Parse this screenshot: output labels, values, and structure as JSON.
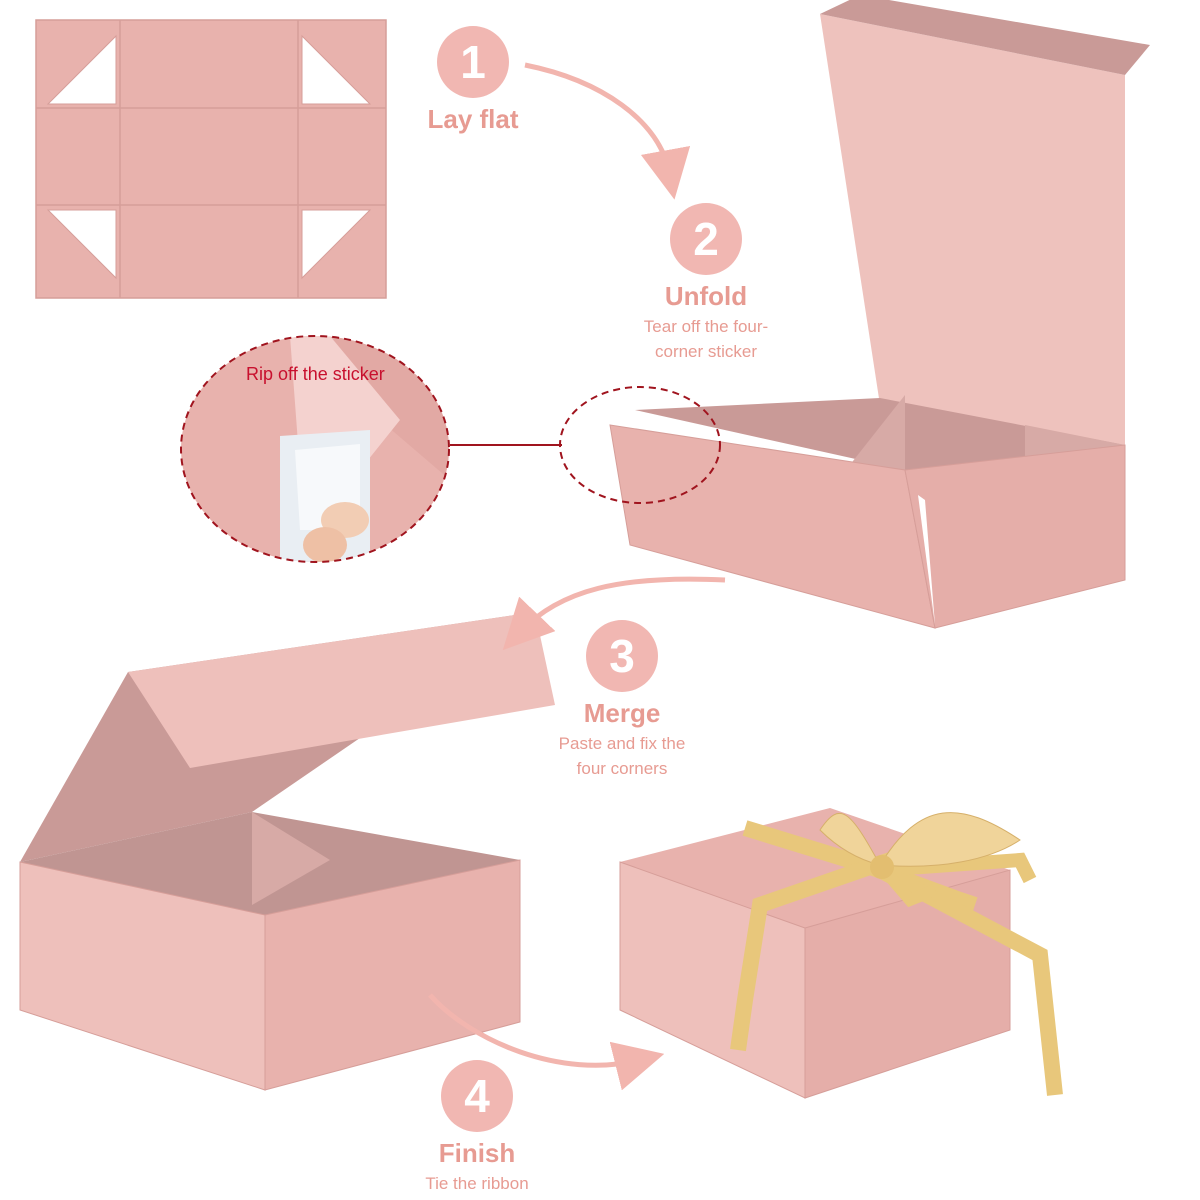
{
  "steps": [
    {
      "number": "1",
      "title": "Lay flat",
      "desc_lines": []
    },
    {
      "number": "2",
      "title": "Unfold",
      "desc_lines": [
        "Tear off the four-",
        "corner sticker"
      ]
    },
    {
      "number": "3",
      "title": "Merge",
      "desc_lines": [
        "Paste and fix the",
        "four corners"
      ]
    },
    {
      "number": "4",
      "title": "Finish",
      "desc_lines": [
        "Tie the ribbon"
      ]
    }
  ],
  "zoom_callout": {
    "label": "Rip off the sticker"
  },
  "colors": {
    "box_pink": "#e8b2ad",
    "box_face": "#eebfbb",
    "box_interior": "#c99a97",
    "accent_text": "#e79b92",
    "callout_red": "#a0141e",
    "ribbon_gold": "#e8c77b"
  }
}
